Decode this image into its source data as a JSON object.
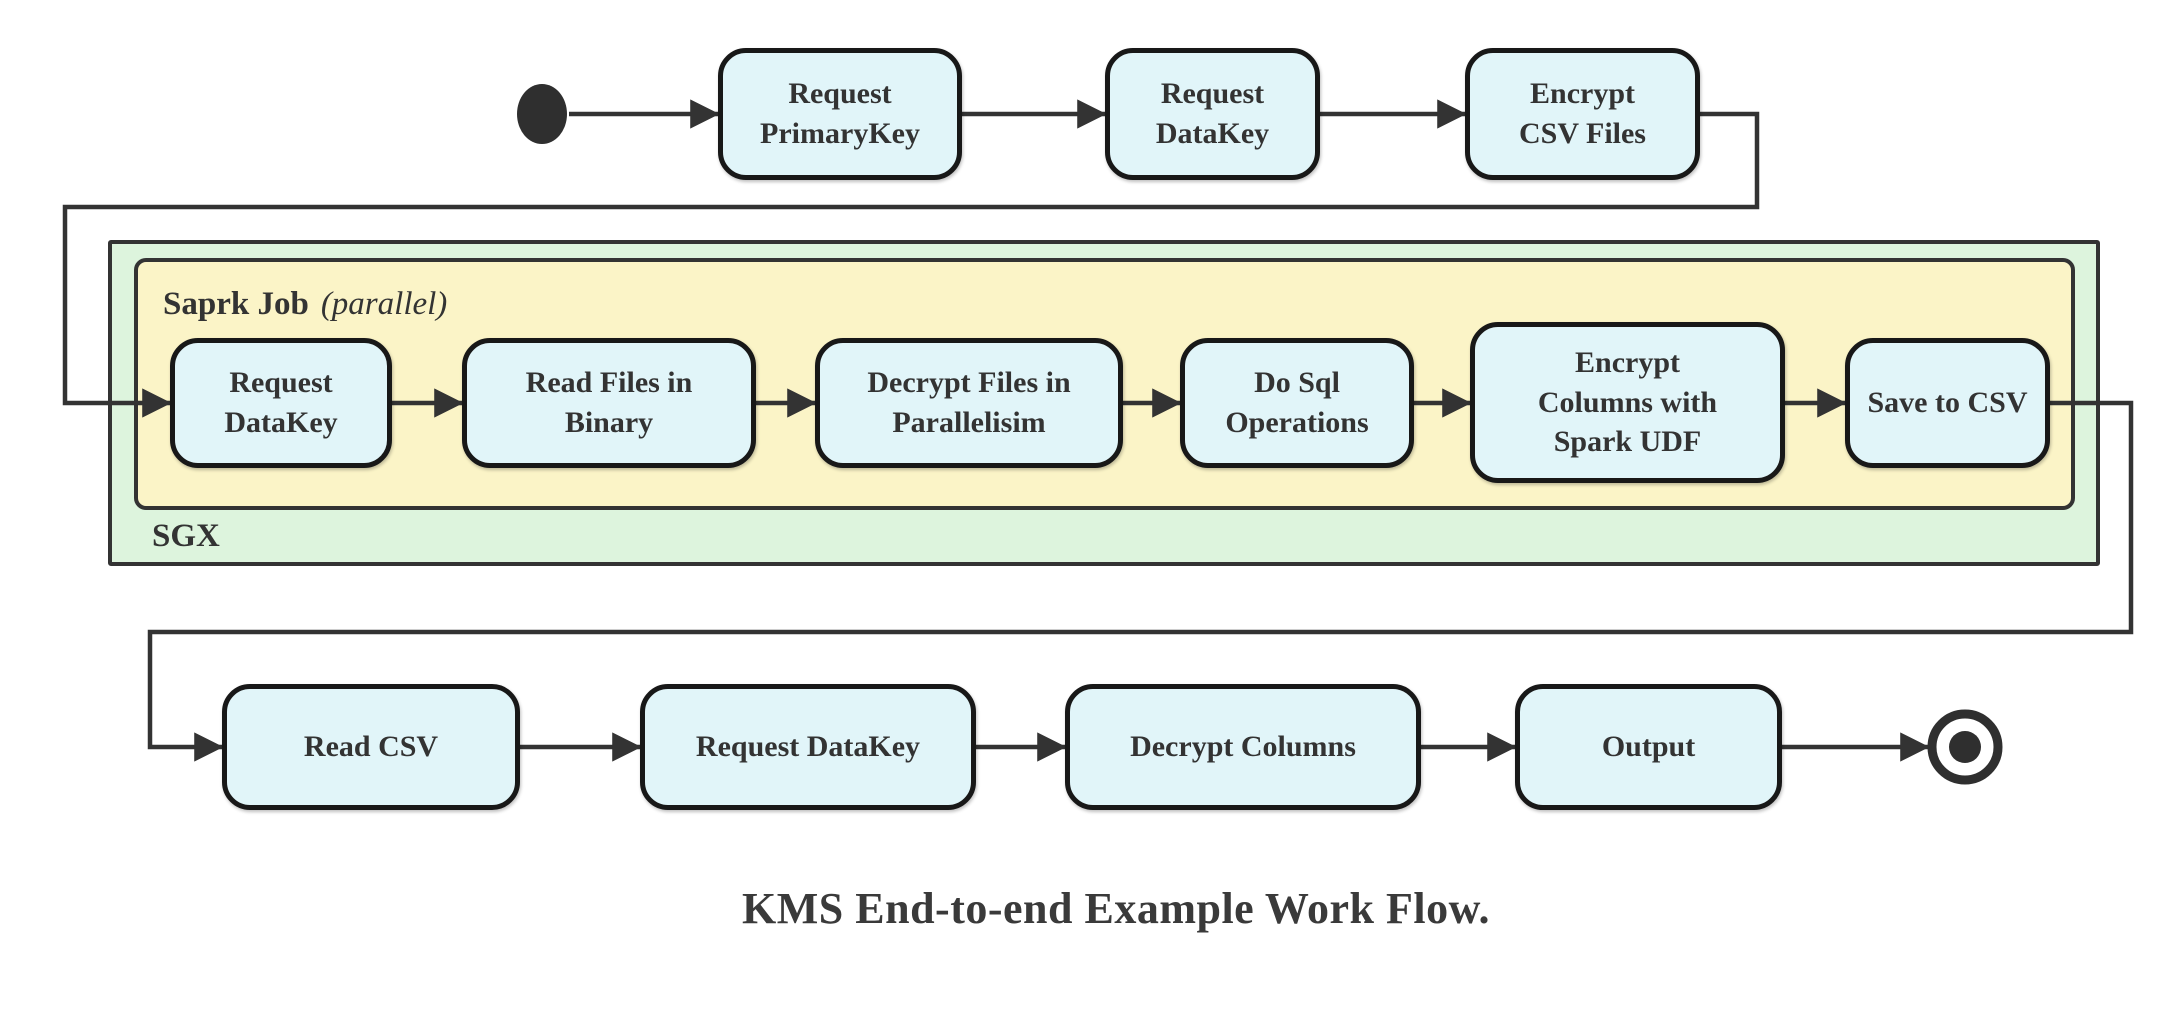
{
  "diagram": {
    "title": "KMS End-to-end Example Work Flow.",
    "type": "activity-flow-diagram",
    "colors": {
      "node_fill": "#e1f5f9",
      "node_border": "#181818",
      "sgx_container_fill": "#ddf4dd",
      "spark_container_fill": "#fbf4c7",
      "container_border": "#333333",
      "connector": "#333333",
      "text": "#333333",
      "background": "#ffffff"
    },
    "containers": {
      "sgx": {
        "label": "SGX"
      },
      "spark_job": {
        "label": "Saprk Job",
        "qualifier": "(parallel)"
      }
    },
    "nodes": {
      "request_primarykey": "Request\nPrimaryKey",
      "request_datakey_top": "Request\nDataKey",
      "encrypt_csv_files": "Encrypt\nCSV Files",
      "request_datakey_mid": "Request\nDataKey",
      "read_files_binary": "Read Files in\nBinary",
      "decrypt_files_parallelisim": "Decrypt Files in\nParallelisim",
      "do_sql_operations": "Do Sql\nOperations",
      "encrypt_columns_spark_udf": "Encrypt\nColumns with\nSpark UDF",
      "save_to_csv": "Save to CSV",
      "read_csv": "Read CSV",
      "request_datakey_bottom": "Request DataKey",
      "decrypt_columns": "Decrypt Columns",
      "output": "Output"
    },
    "flow_order": [
      "start",
      "Request PrimaryKey",
      "Request DataKey",
      "Encrypt CSV Files",
      "Request DataKey",
      "Read Files in Binary",
      "Decrypt Files in Parallelisim",
      "Do Sql Operations",
      "Encrypt Columns with Spark UDF",
      "Save to CSV",
      "Read CSV",
      "Request DataKey",
      "Decrypt Columns",
      "Output",
      "end"
    ]
  }
}
